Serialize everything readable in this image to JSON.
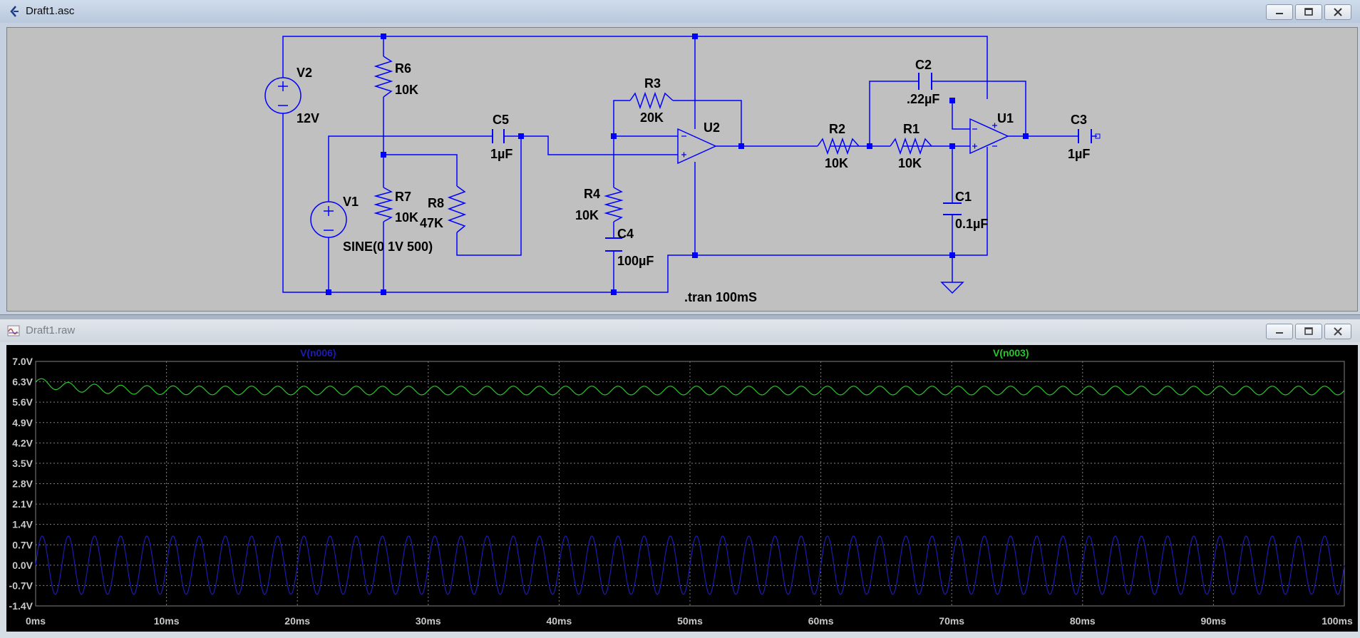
{
  "schematic_window": {
    "title": "Draft1.asc",
    "directive": ".tran 100mS",
    "components": {
      "v2": {
        "name": "V2",
        "value": "12V"
      },
      "v1": {
        "name": "V1",
        "value": "SINE(0 1V 500)"
      },
      "r6": {
        "name": "R6",
        "value": "10K"
      },
      "r7": {
        "name": "R7",
        "value": "10K"
      },
      "r8": {
        "name": "R8",
        "value": "47K"
      },
      "c5": {
        "name": "C5",
        "value": "1µF"
      },
      "r3": {
        "name": "R3",
        "value": "20K"
      },
      "u2": {
        "name": "U2"
      },
      "r4": {
        "name": "R4",
        "value": "10K"
      },
      "c4": {
        "name": "C4",
        "value": "100µF"
      },
      "r2": {
        "name": "R2",
        "value": "10K"
      },
      "r1": {
        "name": "R1",
        "value": "10K"
      },
      "c2": {
        "name": "C2",
        "value": ".22µF"
      },
      "u1": {
        "name": "U1"
      },
      "c1": {
        "name": "C1",
        "value": "0.1µF"
      },
      "c3": {
        "name": "C3",
        "value": "1µF"
      }
    }
  },
  "waveform_window": {
    "title": "Draft1.raw"
  },
  "colors": {
    "wire": "#0000ff",
    "trace_n006": "#1c1cb4",
    "trace_n003": "#28c828",
    "plot_bg": "#000000",
    "grid": "#808080"
  },
  "chart_data": {
    "type": "line",
    "xlabel": "",
    "ylabel": "",
    "x_ticks": [
      "0ms",
      "10ms",
      "20ms",
      "30ms",
      "40ms",
      "50ms",
      "60ms",
      "70ms",
      "80ms",
      "90ms",
      "100ms"
    ],
    "y_ticks": [
      "7.0V",
      "6.3V",
      "5.6V",
      "4.9V",
      "4.2V",
      "3.5V",
      "2.8V",
      "2.1V",
      "1.4V",
      "0.7V",
      "0.0V",
      "-0.7V",
      "-1.4V"
    ],
    "xlim": [
      0,
      100
    ],
    "ylim": [
      -1.4,
      7.0
    ],
    "grid": true,
    "series": [
      {
        "name": "V(n006)",
        "color": "#1c1cb4",
        "waveform": "sine",
        "offset_v": 0.0,
        "amplitude_v": 1.0,
        "frequency_hz": 500,
        "time_start_ms": 0,
        "time_end_ms": 100
      },
      {
        "name": "V(n003)",
        "color": "#28c828",
        "waveform": "sine",
        "offset_v": 6.0,
        "amplitude_v": 0.15,
        "frequency_hz": 500,
        "time_start_ms": 0,
        "time_end_ms": 100,
        "startup_peak_v": 6.45
      }
    ]
  }
}
